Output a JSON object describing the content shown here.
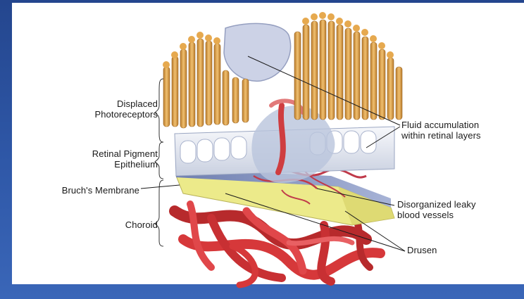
{
  "labels": {
    "displaced_photoreceptors": [
      "Displaced",
      "Photoreceptors"
    ],
    "retinal_pigment_epithelium": [
      "Retinal Pigment",
      "Epithelium"
    ],
    "bruchs_membrane": "Bruch's Membrane",
    "choroid": "Choroid",
    "fluid_accumulation": [
      "Fluid accumulation",
      "within retinal layers"
    ],
    "disorganized_vessels": [
      "Disorganized leaky",
      "blood vessels"
    ],
    "drusen": "Drusen"
  },
  "colors": {
    "background_frame": "#2f58a8",
    "panel": "#ffffff",
    "photoreceptor": "#d9a24a",
    "rpe": "#e8ecf4",
    "fluid": "#b9c4dc",
    "bruch_surface": "#8e9ec6",
    "drusen": "#ecea8a",
    "vessel": "#d6383a",
    "leader_line": "#1a1a1a"
  }
}
